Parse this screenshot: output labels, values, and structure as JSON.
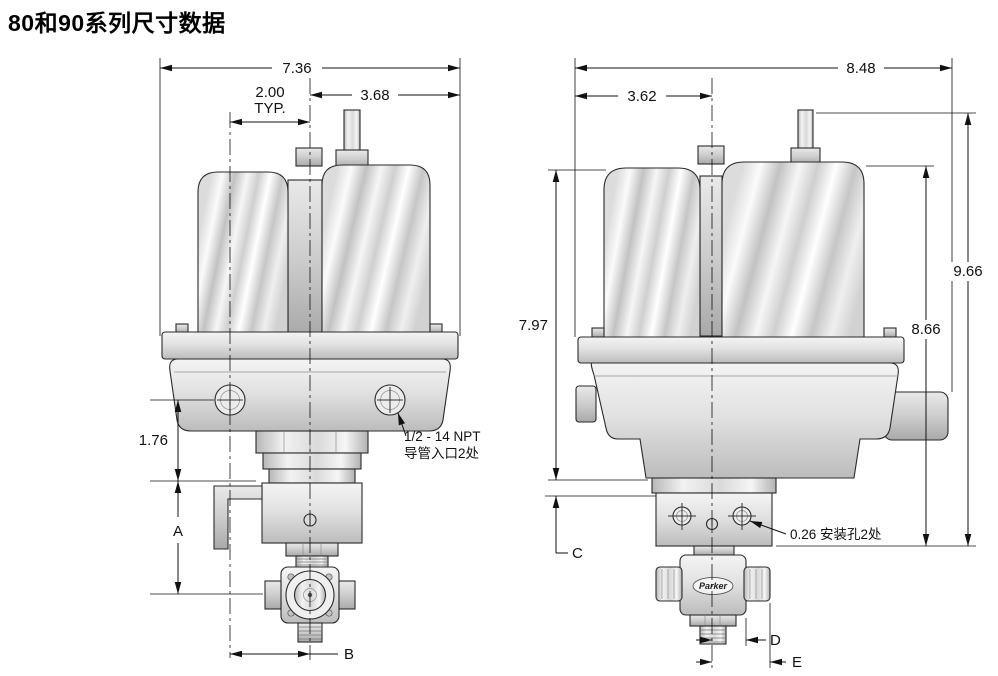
{
  "page": {
    "title": "80和90系列尺寸数据"
  },
  "colors": {
    "line": "#111111",
    "background": "#ffffff"
  },
  "left_view": {
    "dim_overall_width": "7.36",
    "dim_typical": "2.00",
    "dim_typical_suffix": "TYP.",
    "dim_center_to_edge": "3.68",
    "dim_upper_height": "1.76",
    "dim_a": "A",
    "npt_callout_line1": "1/2 - 14 NPT",
    "npt_callout_line2": "导管入口2处",
    "dim_b": "B"
  },
  "right_view": {
    "dim_overall_width": "8.48",
    "dim_edge_to_center": "3.62",
    "dim_body_height": "7.97",
    "dim_overall_height": "9.66",
    "dim_coil_height": "8.66",
    "dim_c": "C",
    "mount_hole_callout": "0.26 安装孔2处",
    "dim_d": "D",
    "dim_e": "E",
    "valve_brand": "Parker"
  }
}
